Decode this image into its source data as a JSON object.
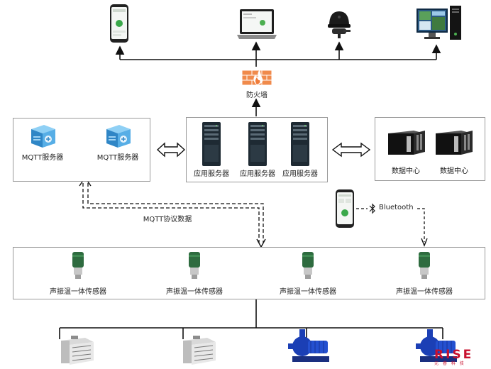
{
  "firewall_label": "防火墙",
  "mqtt_servers": [
    "MQTT服务器",
    "MQTT服务器"
  ],
  "app_servers": [
    "应用服务器",
    "应用服务器",
    "应用服务器"
  ],
  "data_centers": [
    "数据中心",
    "数据中心"
  ],
  "mqtt_protocol_label": "MQTT协议数据",
  "bluetooth_label": "Bluetooth",
  "sensors": [
    "声振温一体传感器",
    "声振温一体传感器",
    "声振温一体传感器",
    "声振温一体传感器"
  ],
  "brand": {
    "name": "RISE",
    "subtitle": "元 睿 科 技"
  },
  "colors": {
    "brand_red": "#c8102e",
    "firewall": "#f07c3a",
    "server_dark": "#1e2a33",
    "pump_blue": "#1b3fb5"
  }
}
